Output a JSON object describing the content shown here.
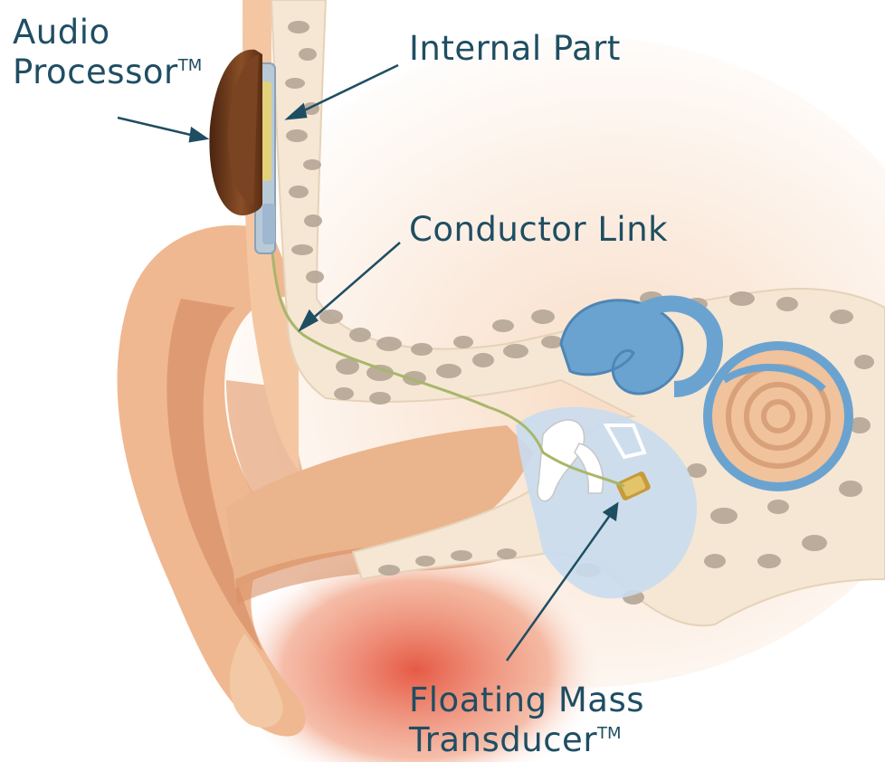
{
  "labels": {
    "audio_processor": {
      "line1": "Audio",
      "line2": "Processor",
      "mark": "TM"
    },
    "internal_part": "Internal Part",
    "conductor_link": "Conductor Link",
    "floating_mass_transducer": {
      "line1": "Floating Mass",
      "line2": "Transducer",
      "mark": "TM"
    }
  },
  "colors": {
    "label_text": "#1f4e63",
    "leader_line": "#1f4e63",
    "skin": "#f2c29c",
    "skin_shadow": "#d99a73",
    "bone": "#f4e6d2",
    "bone_cells": "#b3a595",
    "inner_ear_fluid": "#6aa3cf",
    "middle_ear_space": "#c9dcee",
    "processor": "#6b3a1a",
    "implant_magnet": "#e0d17a",
    "tissue_red": "#e86a57"
  }
}
